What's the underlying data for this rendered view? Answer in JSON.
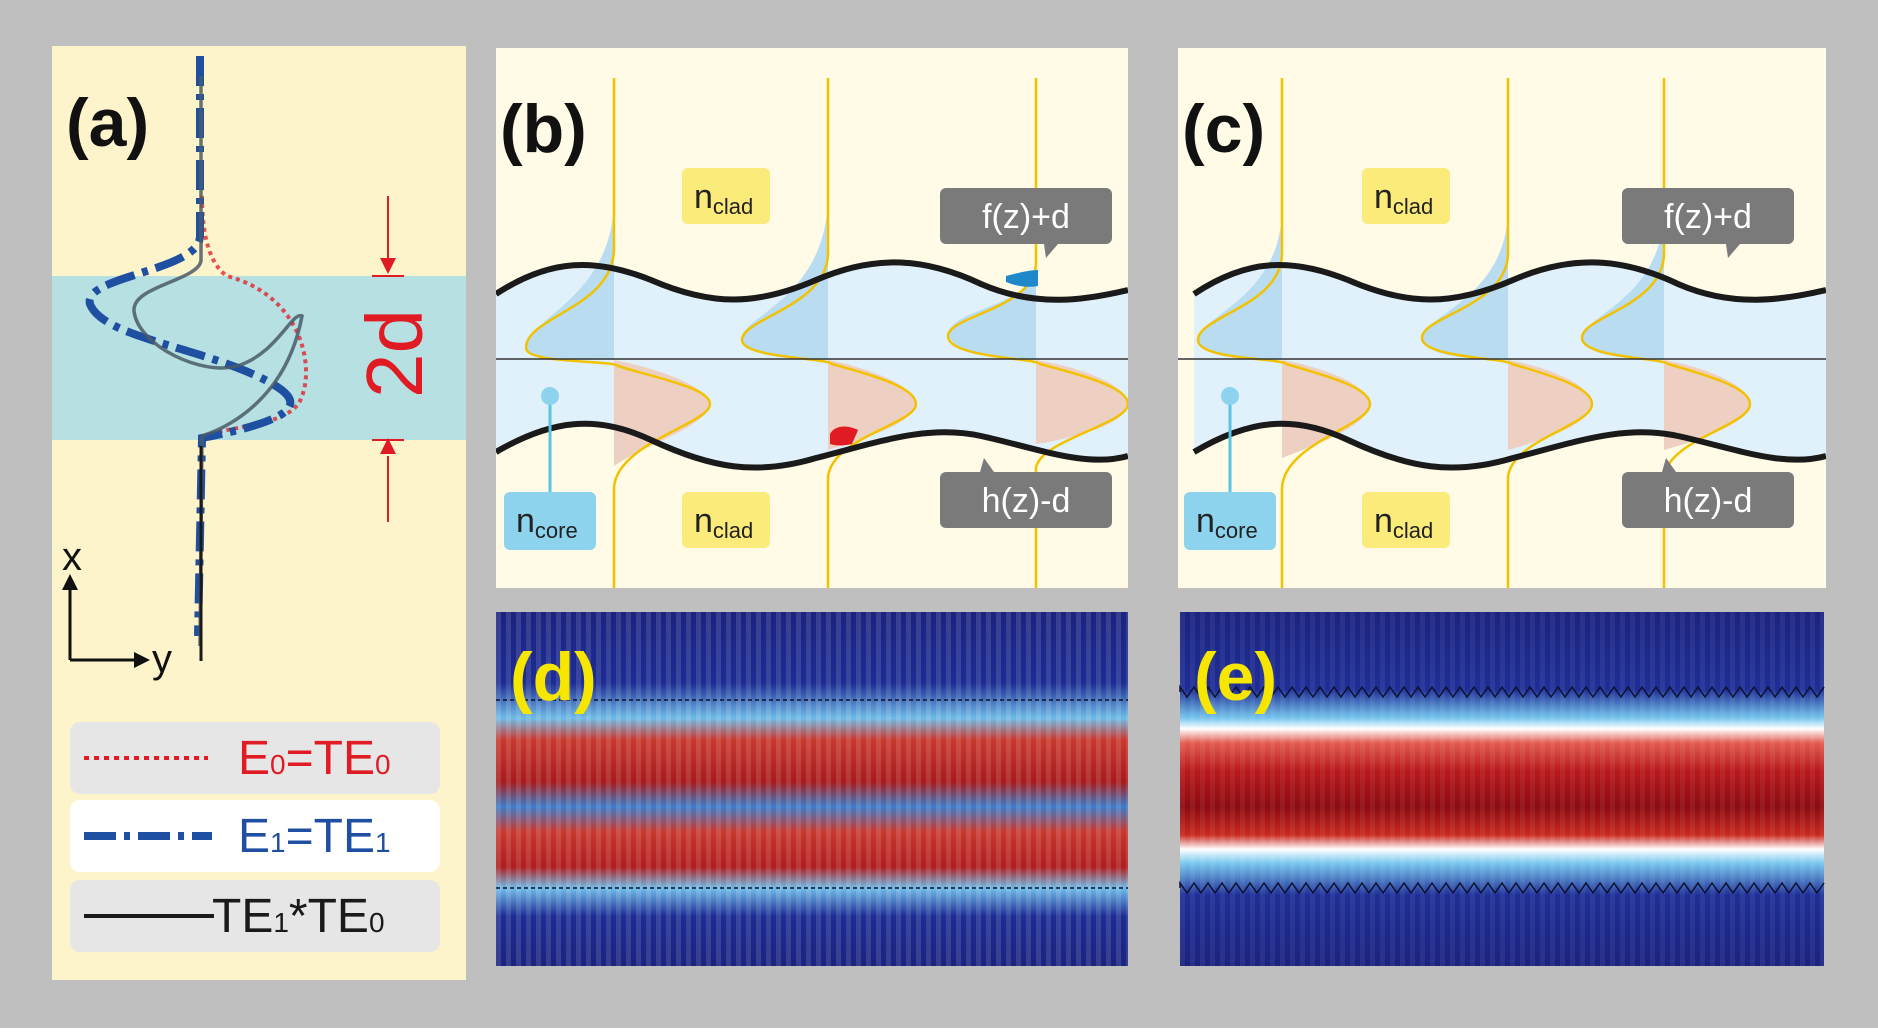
{
  "panels": {
    "a": {
      "label": "(a)",
      "dimension": "2d",
      "axis_x": "x",
      "axis_y": "y"
    },
    "b": {
      "label": "(b)"
    },
    "c": {
      "label": "(c)"
    },
    "d": {
      "label": "(d)"
    },
    "e": {
      "label": "(e)"
    }
  },
  "legend": [
    {
      "lhs": "E",
      "lsub": "0",
      "eq": "=TE",
      "rsub": "0",
      "color": "#e01b24",
      "style": "dotted"
    },
    {
      "lhs": "E",
      "lsub": "1",
      "eq": "=TE",
      "rsub": "1",
      "color": "#1f4fa0",
      "style": "dash-dot"
    },
    {
      "lhs": "TE",
      "lsub": "1",
      "eq": "*TE",
      "rsub": "0",
      "color": "#1a1a1a",
      "style": "solid"
    }
  ],
  "labels": {
    "n": "n",
    "clad_sub": "clad",
    "core_sub": "core",
    "upper_boundary": "f(z)+d",
    "lower_boundary": "h(z)-d"
  },
  "colors": {
    "frame": "#bfbfbf",
    "panel_bg": "#fffbe6",
    "panel_a_bg": "#fdf4cc",
    "core_band": "#e1f1fb",
    "core_band_a": "#b6e0e2",
    "mode_line": "#f2c200",
    "upper_lobe": "#b9dcf1",
    "lower_lobe": "#edd0c2",
    "tag_gray": "#7a7a7a",
    "tag_yellow": "#fbeb7a",
    "tag_blue": "#8ed3ee",
    "label_yellow": "#f7e600",
    "red_accent": "#e01b24",
    "field_dark": "#1a237e"
  }
}
